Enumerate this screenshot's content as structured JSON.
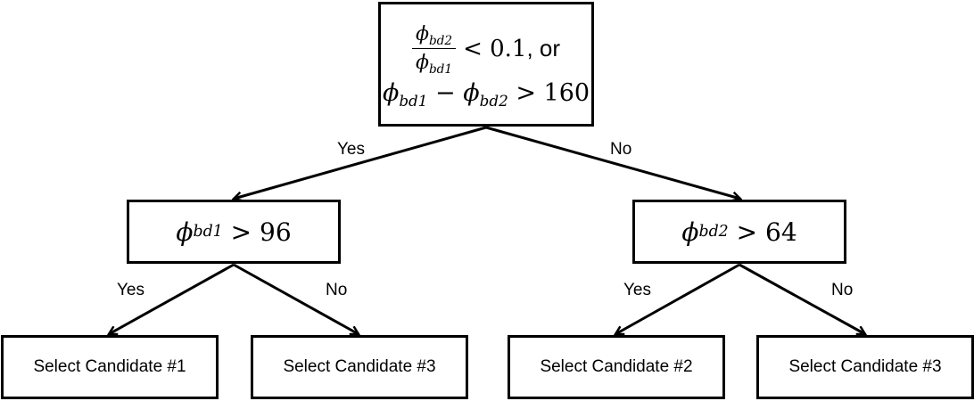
{
  "root": {
    "frac_numerator": "bd2",
    "frac_denominator": "bd1",
    "cond1_tail": "< 0.1",
    "or_text": ", or",
    "cond2_sub_a": "bd1",
    "cond2_minus": "−",
    "cond2_sub_b": "bd2",
    "cond2_tail": "> 160",
    "phi_symbol": "ϕ"
  },
  "left_node": {
    "subscript": "bd1",
    "condition": "> 96"
  },
  "right_node": {
    "subscript": "bd2",
    "condition": "> 64"
  },
  "edge_labels": {
    "root_left": "Yes",
    "root_right": "No",
    "left_yes": "Yes",
    "left_no": "No",
    "right_yes": "Yes",
    "right_no": "No"
  },
  "leaves": [
    "Select Candidate #1",
    "Select Candidate #3",
    "Select Candidate #2",
    "Select Candidate #3"
  ]
}
